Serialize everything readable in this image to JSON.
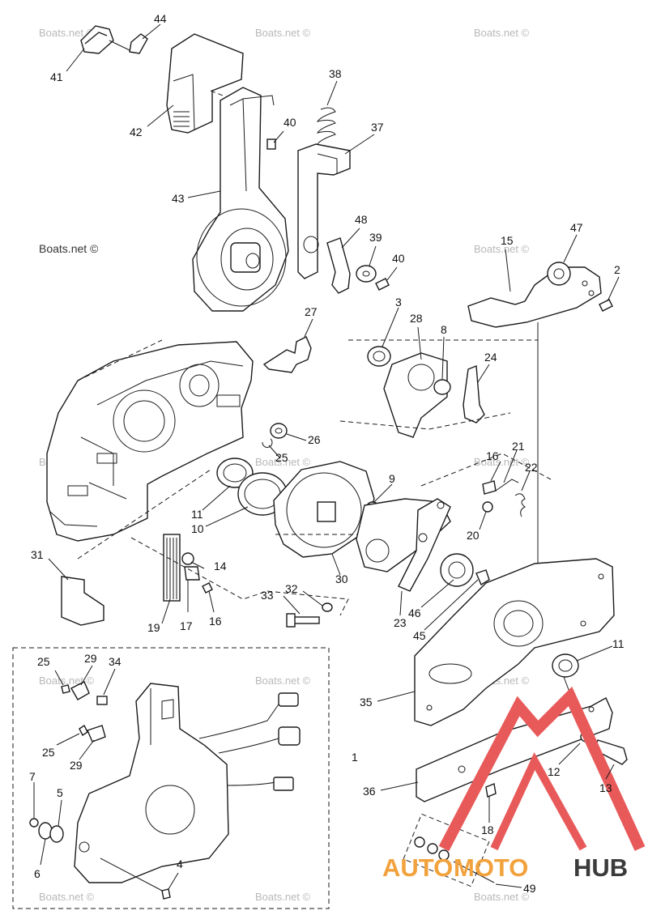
{
  "watermark_text": "Boats.net ©",
  "part_labels": [
    "1",
    "2",
    "3",
    "4",
    "5",
    "6",
    "7",
    "8",
    "9",
    "10",
    "11",
    "12",
    "13",
    "14",
    "15",
    "16",
    "17",
    "18",
    "19",
    "20",
    "21",
    "22",
    "23",
    "24",
    "25",
    "26",
    "27",
    "28",
    "29",
    "30",
    "31",
    "32",
    "33",
    "34",
    "35",
    "36",
    "37",
    "38",
    "39",
    "40",
    "41",
    "42",
    "43",
    "44",
    "45",
    "46",
    "47",
    "48",
    "49"
  ],
  "brand": {
    "part1": "AUTO",
    "part2": "MOTO",
    "part3": "HUB"
  },
  "colors": {
    "line": "#1a1a1a",
    "logo_red": "#e85a5a",
    "logo_orange": "#f2a23c",
    "logo_dark": "#3b3b3b",
    "watermark": "#b8b8b8"
  }
}
